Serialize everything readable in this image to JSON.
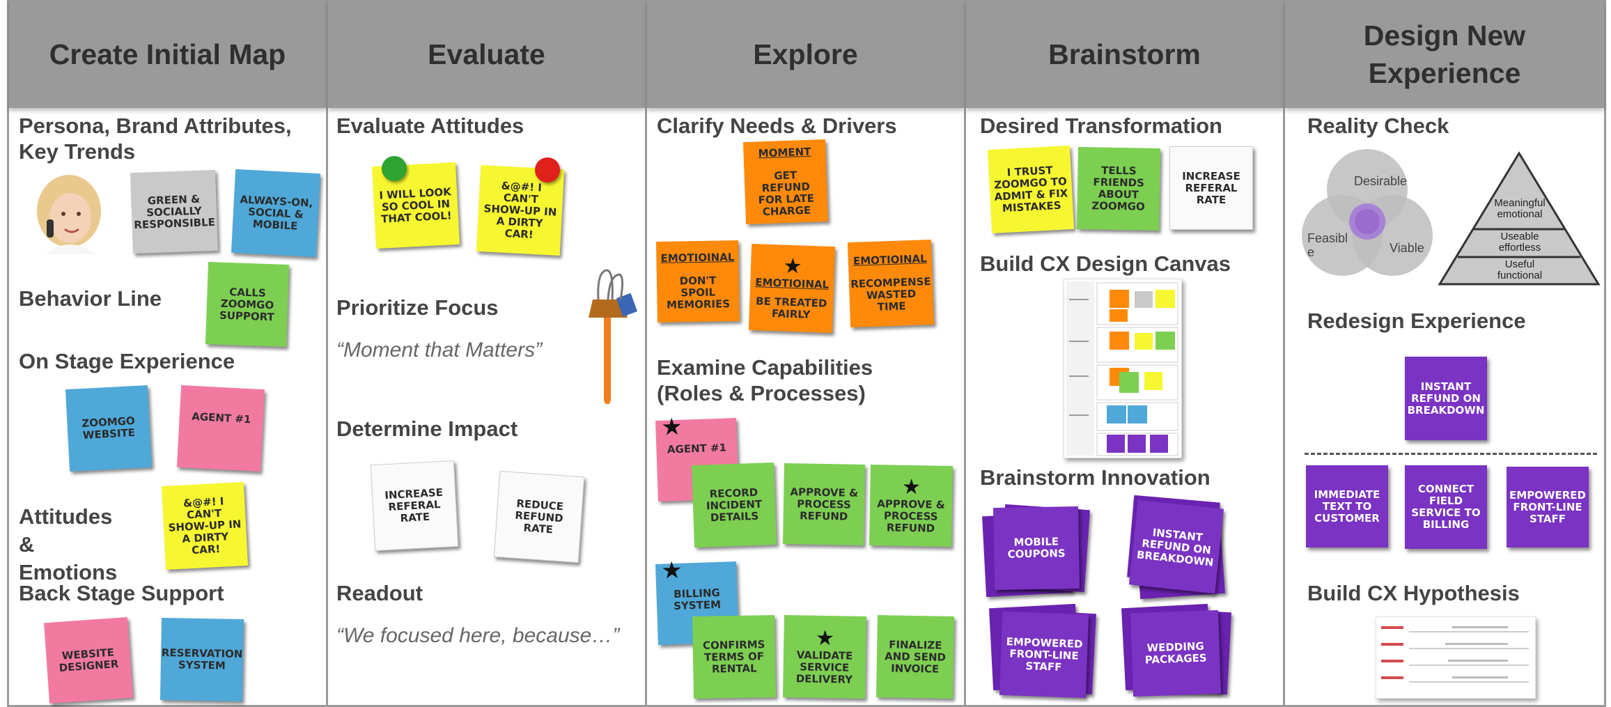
{
  "columns": [
    {
      "title": "Create Initial Map"
    },
    {
      "title": "Evaluate"
    },
    {
      "title": "Explore"
    },
    {
      "title": "Brainstorm"
    },
    {
      "title": "Design New Experience"
    }
  ],
  "create": {
    "sections": [
      "Persona, Brand Attributes, Key Trends",
      "Behavior Line",
      "On Stage Experience",
      "Attitudes & Emotions",
      "Back Stage Support"
    ],
    "notes": {
      "green_socially": "GREEN & SOCIALLY RESPONSIBLE",
      "always_on": "ALWAYS-ON, SOCIAL & MOBILE",
      "calls_support": "CALLS ZOOMGO SUPPORT",
      "website": "ZOOMGO WEBSITE",
      "agent": "AGENT #1",
      "cant_show": "&@#! I CAN'T SHOW-UP IN A DIRTY CAR!",
      "web_designer": "WEBSITE DESIGNER",
      "reservation": "RESERVATION SYSTEM"
    }
  },
  "evaluate": {
    "sections": [
      "Evaluate Attitudes",
      "Prioritize Focus",
      "Determine Impact",
      "Readout"
    ],
    "quotes": [
      "“Moment  that Matters”",
      "“We focused here,  because…”"
    ],
    "notes": {
      "look_cool": "I WILL LOOK SO COOL IN THAT COOL!",
      "cant_show": "&@#! I CAN'T SHOW-UP IN A DIRTY CAR!",
      "referral": "INCREASE REFERAL RATE",
      "refund_rate": "REDUCE REFUND RATE"
    }
  },
  "explore": {
    "sections": [
      "Clarify Needs & Drivers",
      "Examine Capabilities (Roles & Processes)"
    ],
    "notes": {
      "moment_hd": "MOMENT",
      "moment_body": "GET REFUND FOR LATE CHARGE",
      "emo1_hd": "EMOTIOINAL",
      "emo1_body": "DON'T SPOIL MEMORIES",
      "emo2_hd": "EMOTIOINAL",
      "emo2_body": "BE TREATED FAIRLY",
      "emo3_hd": "EMOTIOINAL",
      "emo3_body": "RECOMPENSE WASTED TIME",
      "agent": "AGENT #1",
      "record": "RECORD INCIDENT DETAILS",
      "approve1": "APPROVE & PROCESS REFUND",
      "approve2": "APPROVE & PROCESS REFUND",
      "billing": "BILLING SYSTEM",
      "confirms": "CONFIRMS TERMS OF RENTAL",
      "validate": "VALIDATE SERVICE DELIVERY",
      "finalize": "FINALIZE AND SEND INVOICE"
    }
  },
  "brainstorm": {
    "sections": [
      "Desired Transformation",
      "Build CX Design Canvas",
      "Brainstorm  Innovation"
    ],
    "notes": {
      "trust": "I TRUST ZOOMGO TO ADMIT & FIX MISTAKES",
      "tells": "TELLS FRIENDS ABOUT ZOOMGO",
      "referral": "INCREASE REFERAL RATE",
      "coupons": "MOBILE COUPONS",
      "instant": "INSTANT REFUND ON BREAKDOWN",
      "empowered": "EMPOWERED FRONT-LINE STAFF",
      "wedding": "WEDDING PACKAGES"
    }
  },
  "design": {
    "sections": [
      "Reality Check",
      "Redesign Experience",
      "Build CX Hypothesis"
    ],
    "venn": {
      "desirable": "Desirable",
      "feasible": "Feasibl e",
      "viable": "Viable"
    },
    "pyramid": [
      {
        "title": "Meaningful",
        "sub": "emotional"
      },
      {
        "title": "Useable",
        "sub": "effortless"
      },
      {
        "title": "Useful",
        "sub": "functional"
      }
    ],
    "notes": {
      "instant": "INSTANT REFUND ON BREAKDOWN",
      "immediate": "IMMEDIATE TEXT TO CUSTOMER",
      "connect": "CONNECT FIELD SERVICE TO BILLING",
      "empowered": "EMPOWERED FRONT-LINE STAFF"
    }
  },
  "colors": {
    "header": "#9a9a9a",
    "yellow": "#f7f731",
    "blue": "#4fa8d8",
    "green": "#7dcf52",
    "pink": "#f27aa0",
    "orange": "#ff8a0a",
    "purple": "#7a33c2"
  }
}
